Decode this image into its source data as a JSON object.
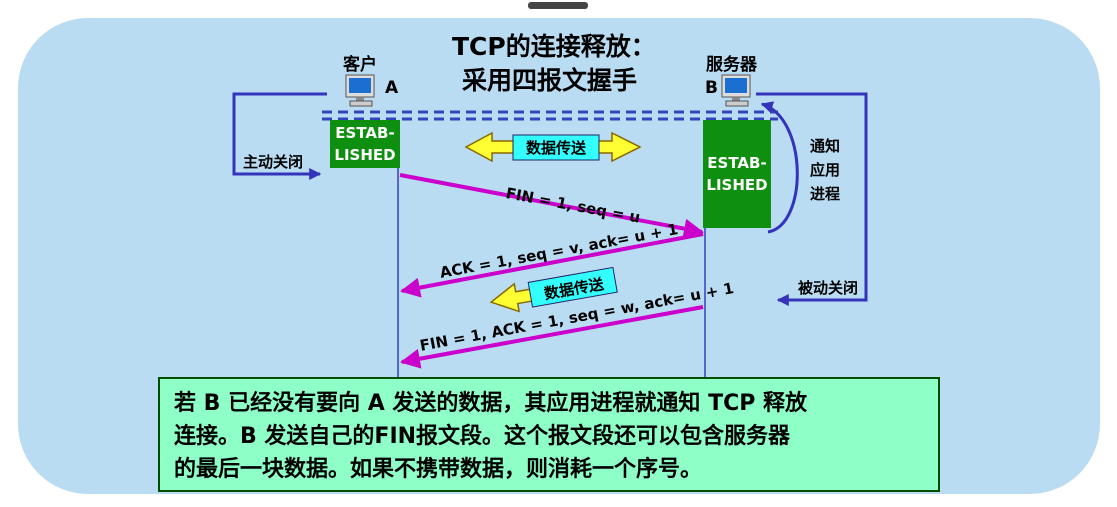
{
  "title": {
    "line1": "TCP的连接释放：",
    "line2": "采用四报文握手"
  },
  "client": {
    "label": "客户",
    "letter": "A",
    "state": "ESTAB-\nLISHED"
  },
  "server": {
    "label": "服务器",
    "letter": "B",
    "state": "ESTAB-\nLISHED"
  },
  "labels": {
    "active_close": "主动关闭",
    "notify_app": "通知\n应用\n进程",
    "passive_close": "被动关闭",
    "data_transfer_1": "数据传送",
    "data_transfer_2": "数据传送"
  },
  "messages": [
    {
      "label": "FIN = 1, seq = u",
      "direction": "A→B"
    },
    {
      "label": "ACK = 1, seq = v, ack= u + 1",
      "direction": "B→A"
    },
    {
      "label": "FIN = 1, ACK = 1, seq = w, ack= u + 1",
      "direction": "B→A"
    }
  ],
  "note": [
    "若 B 已经没有要向 A 发送的数据，其应用进程就通知 TCP 释放",
    "连接。B 发送自己的FIN报文段。这个报文段还可以包含服务器",
    "的最后一块数据。如果不携带数据，则消耗一个序号。"
  ],
  "colors": {
    "background": "#b9dcf2",
    "established": "#0f8f0f",
    "message_arrow": "#cc00cc",
    "close_arrow": "#3333bb",
    "data_arrow": "#ffff33",
    "data_label_bg": "#33ffff",
    "note_bg": "#8fffc8"
  },
  "icons": [
    "computer-icon",
    "computer-icon"
  ]
}
